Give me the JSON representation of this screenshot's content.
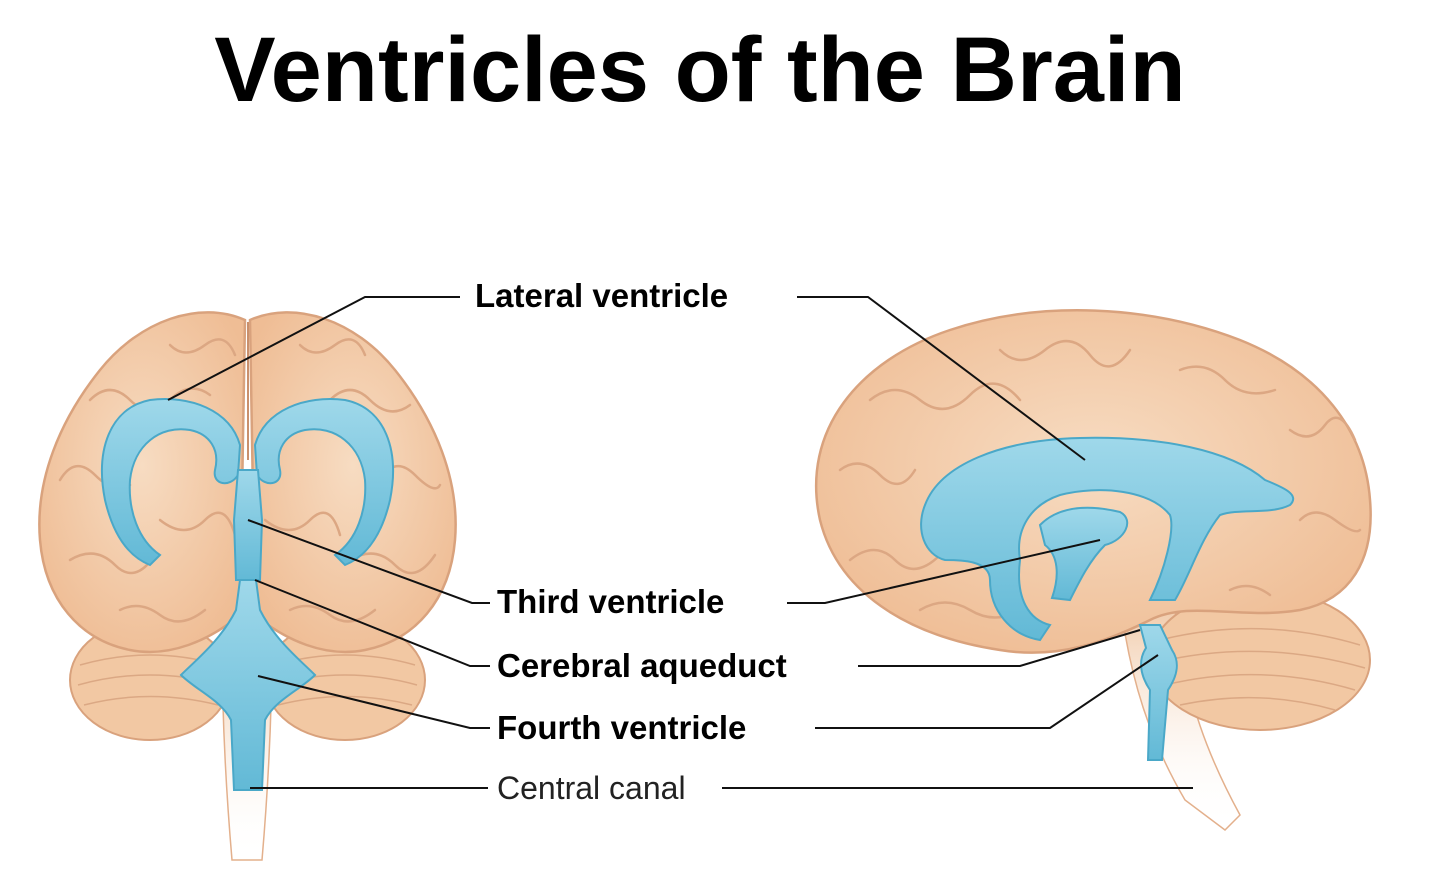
{
  "title": "Ventricles of the Brain",
  "labels": {
    "lateral_ventricle": "Lateral ventricle",
    "third_ventricle": "Third ventricle",
    "cerebral_aqueduct": "Cerebral aqueduct",
    "fourth_ventricle": "Fourth ventricle",
    "central_canal": "Central canal"
  },
  "colors": {
    "brain_tissue": "#f3c9a4",
    "brain_outline": "#d9a27d",
    "ventricle": "#7cc8e0",
    "ventricle_outline": "#4aa8c8"
  }
}
